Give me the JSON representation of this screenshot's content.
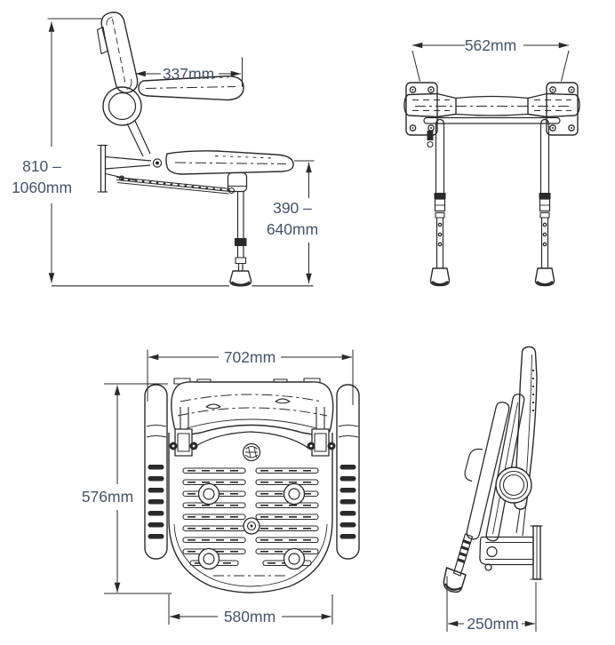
{
  "colors": {
    "background": "#ffffff",
    "line": "#2a2a2a",
    "dimension_text": "#44546a"
  },
  "dimensions": {
    "side_view": {
      "armrest_depth": "337mm",
      "mounting_height_line1": "810 –",
      "mounting_height_line2": "1060mm",
      "seat_height_line1": "390 –",
      "seat_height_line2": "640mm"
    },
    "front_view": {
      "overall_width": "562mm"
    },
    "plan_view": {
      "overall_width": "702mm",
      "overall_depth": "576mm",
      "seat_width": "580mm"
    },
    "folded_view": {
      "folded_depth": "250mm"
    }
  }
}
